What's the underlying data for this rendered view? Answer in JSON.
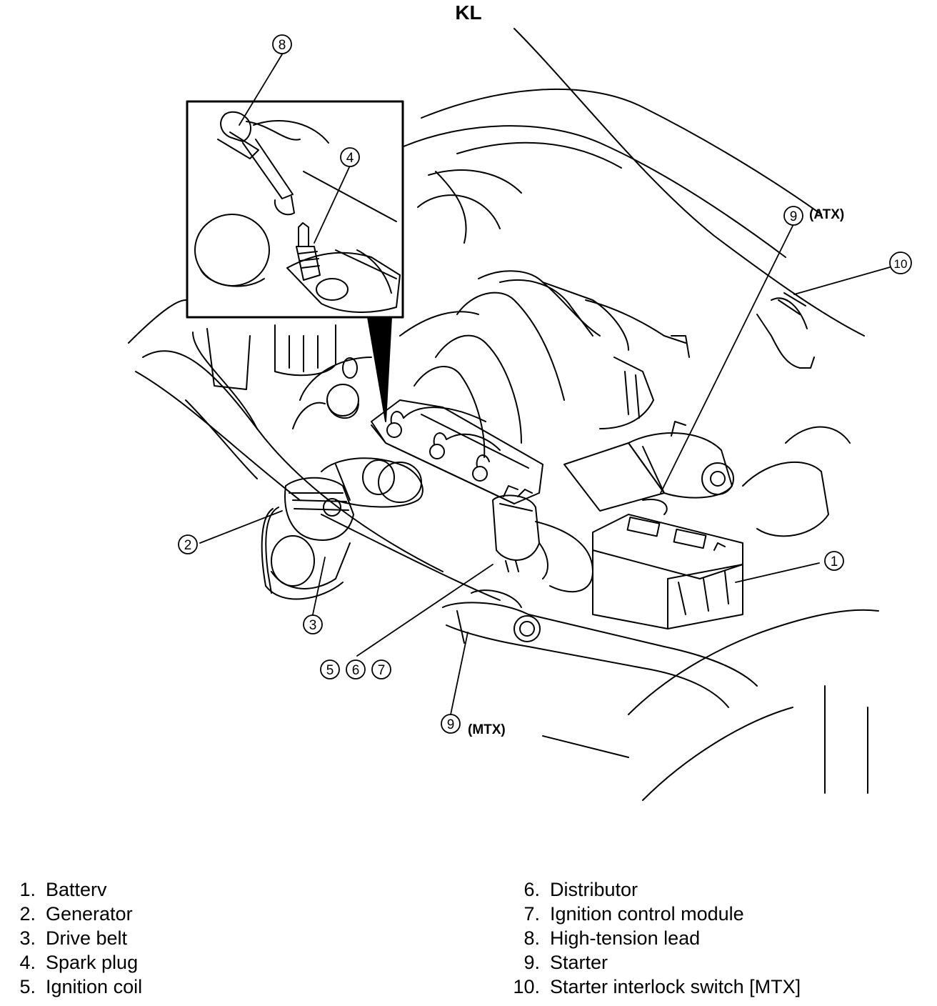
{
  "title": "KL",
  "callouts": {
    "c1": "1",
    "c2": "2",
    "c3": "3",
    "c4": "4",
    "c5": "5",
    "c6": "6",
    "c7": "7",
    "c8": "8",
    "c9_atx": "9",
    "c9_mtx": "9",
    "c10": "10",
    "atx_tag": "(ATX)",
    "mtx_tag": "(MTX)"
  },
  "legend": {
    "left": [
      {
        "num": "1.",
        "label": "Batterv"
      },
      {
        "num": "2.",
        "label": "Generator"
      },
      {
        "num": "3.",
        "label": "Drive belt"
      },
      {
        "num": "4.",
        "label": "Spark plug"
      },
      {
        "num": "5.",
        "label": "Ignition coil"
      }
    ],
    "right": [
      {
        "num": "6.",
        "label": "Distributor"
      },
      {
        "num": "7.",
        "label": "Ignition control module"
      },
      {
        "num": "8.",
        "label": "High-tension lead"
      },
      {
        "num": "9.",
        "label": "Starter"
      },
      {
        "num": "10.",
        "label": "Starter interlock switch [MTX]"
      }
    ]
  }
}
